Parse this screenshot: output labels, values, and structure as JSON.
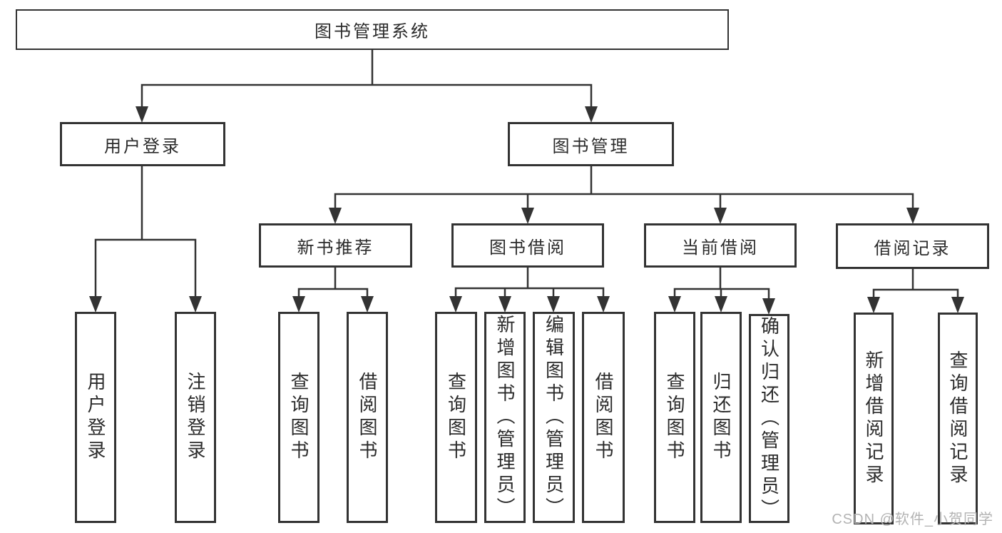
{
  "diagram": {
    "watermark": "CSDN @软件_小贺同学",
    "colors": {
      "line": "#333333",
      "box_border": "#333333",
      "box_background": "#ffffff",
      "text": "#2b2b2b",
      "watermark": "#b3b3b3"
    },
    "nodes": [
      {
        "id": "root",
        "label": "图书管理系统"
      },
      {
        "id": "user-login",
        "label": "用户登录"
      },
      {
        "id": "book-mgmt",
        "label": "图书管理"
      },
      {
        "id": "new-book-rec",
        "label": "新书推荐"
      },
      {
        "id": "book-borrow",
        "label": "图书借阅"
      },
      {
        "id": "current-borrow",
        "label": "当前借阅"
      },
      {
        "id": "borrow-records",
        "label": "借阅记录"
      },
      {
        "id": "leaf-user-login",
        "label": "用户登录"
      },
      {
        "id": "leaf-logout",
        "label": "注销登录"
      },
      {
        "id": "nbr-query-book",
        "label": "查询图书"
      },
      {
        "id": "nbr-borrow-book",
        "label": "借阅图书"
      },
      {
        "id": "bb-query-book",
        "label": "查询图书"
      },
      {
        "id": "bb-add-book",
        "label": "新增图书（管理员）"
      },
      {
        "id": "bb-edit-book",
        "label": "编辑图书（管理员）"
      },
      {
        "id": "bb-borrow-book",
        "label": "借阅图书"
      },
      {
        "id": "cb-query-book",
        "label": "查询图书"
      },
      {
        "id": "cb-return-book",
        "label": "归还图书"
      },
      {
        "id": "cb-confirm-return",
        "label": "确认归还（管理员）"
      },
      {
        "id": "br-add-record",
        "label": "新增借阅记录"
      },
      {
        "id": "br-query-record",
        "label": "查询借阅记录"
      }
    ]
  }
}
